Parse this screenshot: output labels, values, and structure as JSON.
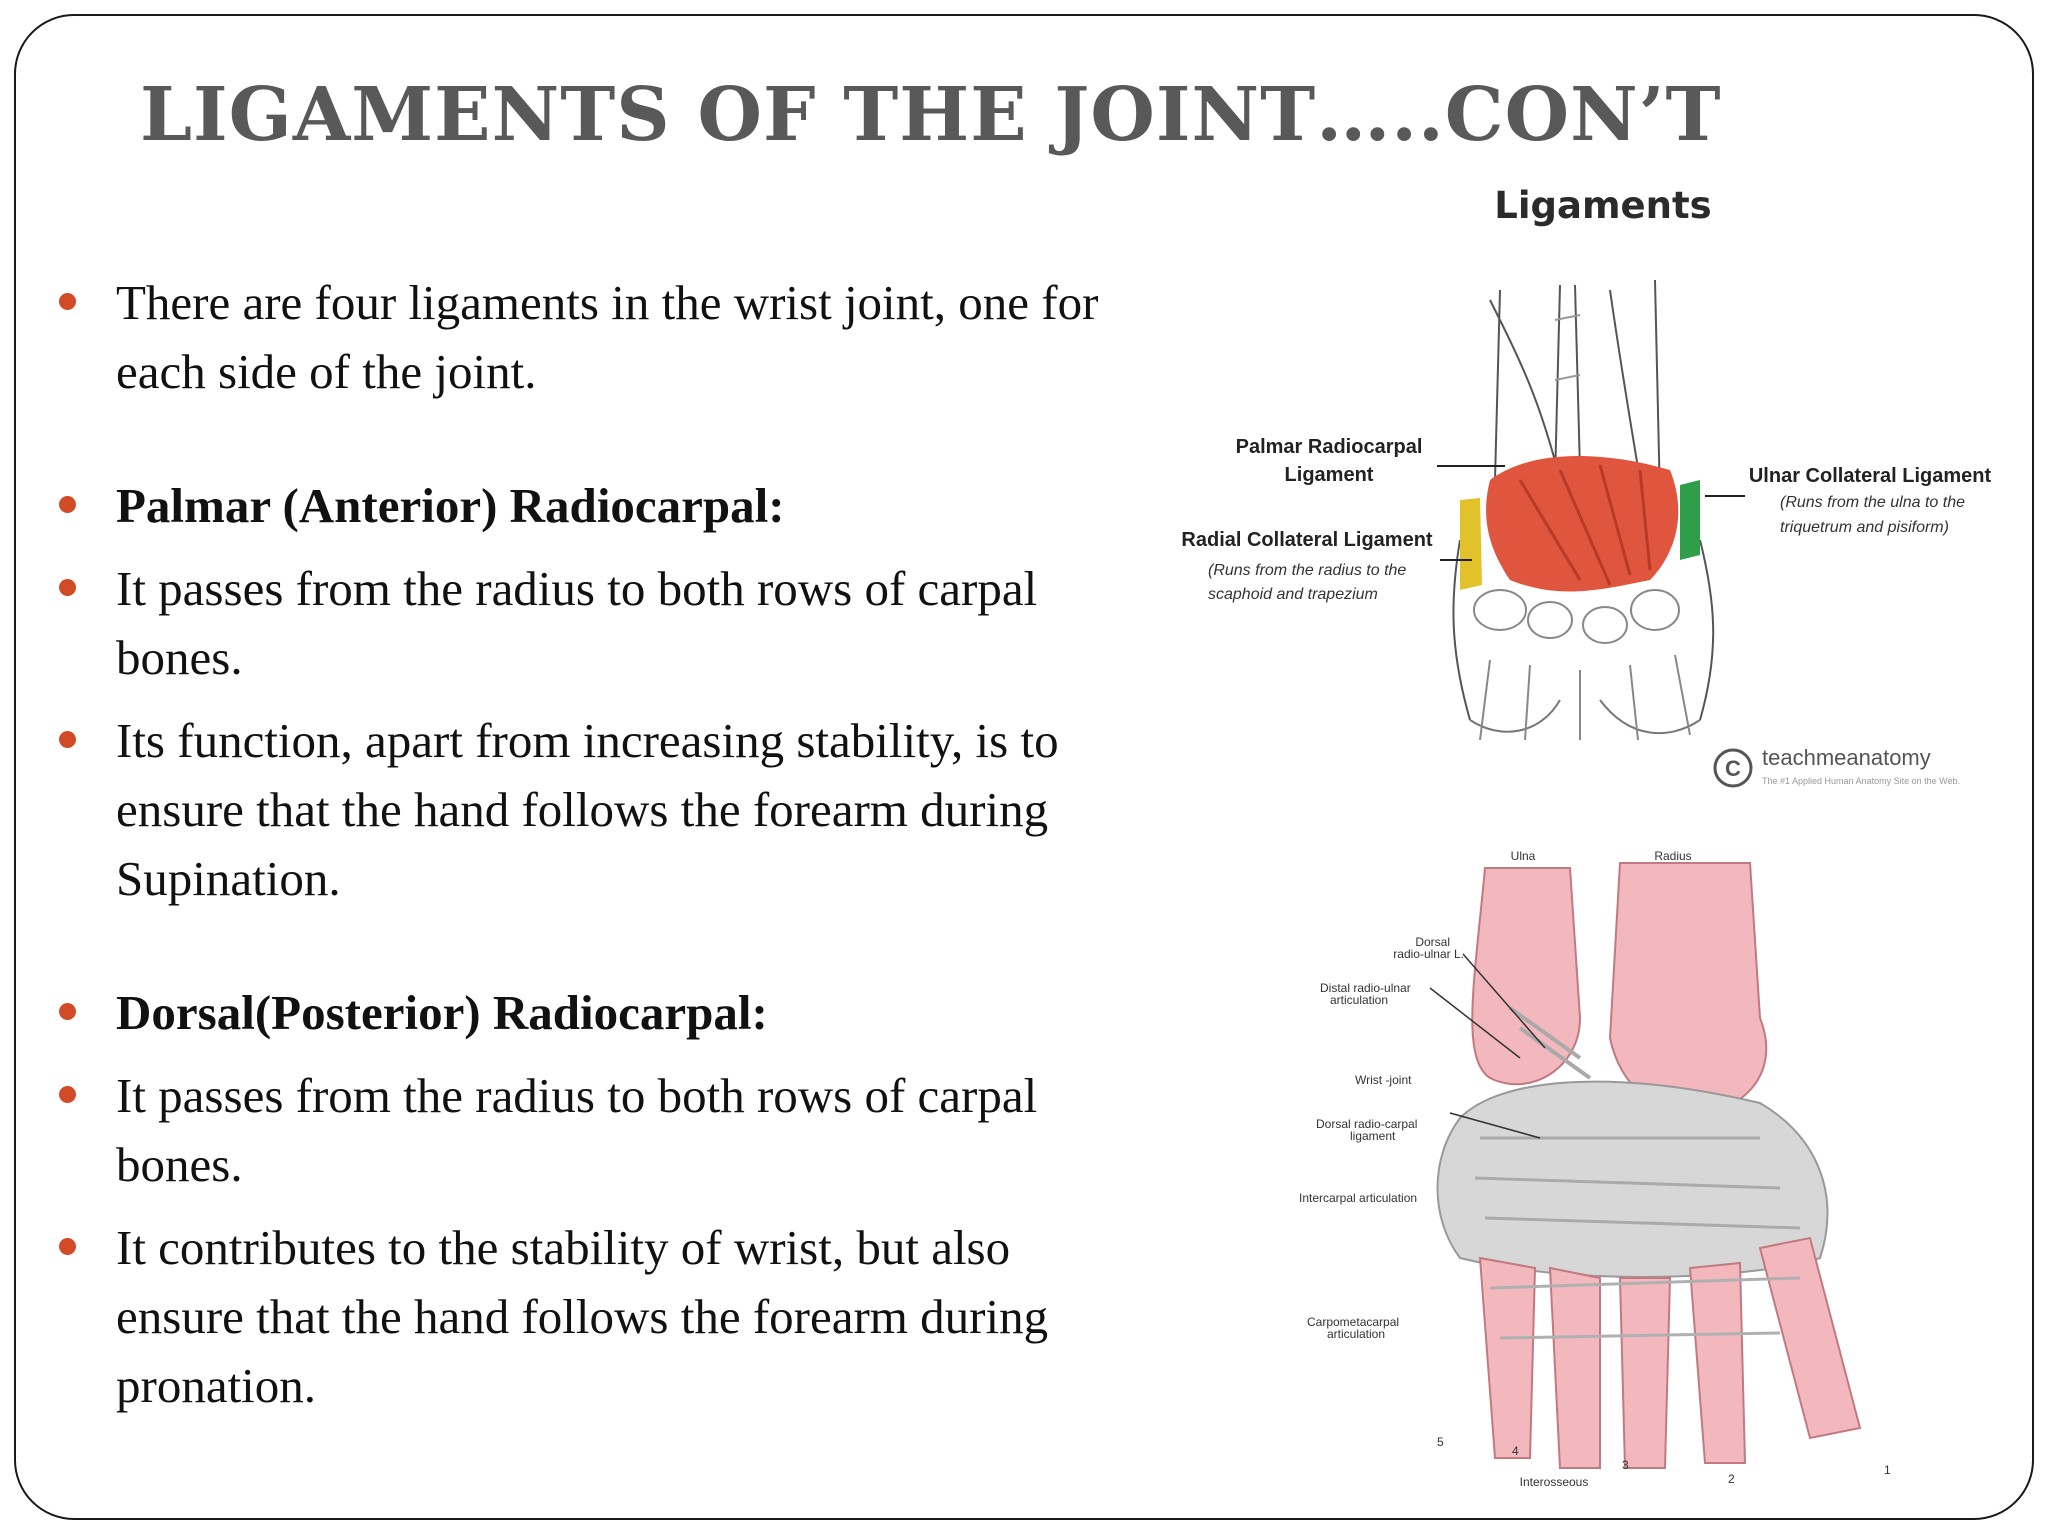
{
  "slide": {
    "title": "LIGAMENTS OF THE JOINT…..CON’T",
    "bullets": [
      {
        "text": "There are four ligaments in the wrist joint, one for each side of the joint.",
        "bold": false
      },
      {
        "text": "Palmar (Anterior) Radiocarpal:",
        "bold": true
      },
      {
        "text": "It passes from the radius to both rows of carpal bones.",
        "bold": false
      },
      {
        "text": "Its function, apart from increasing stability, is to ensure that the hand follows the forearm during Supination.",
        "bold": false
      },
      {
        "text": "Dorsal(Posterior) Radiocarpal:",
        "bold": true
      },
      {
        "text": "It passes from the radius to both rows of carpal bones.",
        "bold": false
      },
      {
        "text": "It contributes to the stability of wrist, but also ensure that the hand follows the forearm during pronation.",
        "bold": false
      }
    ],
    "bullet_color": "#d14b27"
  },
  "figure_top": {
    "heading": "Ligaments",
    "labels": {
      "palmar_line1": "Palmar Radiocarpal",
      "palmar_line2": "Ligament",
      "radial_title": "Radial Collateral Ligament",
      "radial_desc1": "(Runs from the radius to the",
      "radial_desc2": "scaphoid and trapezium",
      "ulnar_title": "Ulnar Collateral Ligament",
      "ulnar_desc1": "(Runs from the ulna to the",
      "ulnar_desc2": "triquetrum and pisiform)"
    },
    "brand": {
      "name": "teachmeanatomy",
      "tagline": "The #1 Applied Human Anatomy Site on the Web."
    },
    "colors": {
      "palmar": "#e0553d",
      "radial": "#e2c22a",
      "ulnar": "#2e9e4a"
    }
  },
  "figure_bottom": {
    "labels": {
      "ulna": "Ulna",
      "radius": "Radius",
      "dorsal_ru_1": "Dorsal",
      "dorsal_ru_2": "radio-ulnar L.",
      "distal_ru_1": "Distal radio-ulnar",
      "distal_ru_2": "articulation",
      "wrist_joint": "Wrist -joint",
      "dorsal_rc_1": "Dorsal radio-carpal",
      "dorsal_rc_2": "ligament",
      "intercarpal": "Intercarpal articulation",
      "cmc_1": "Carpometacarpal",
      "cmc_2": "articulation",
      "interosseous": "Interosseous",
      "n5": "5",
      "n4": "4",
      "n3": "3",
      "n2": "2",
      "n1": "1"
    },
    "colors": {
      "bone": "#f2b8bd",
      "ligament": "#d7d7d7"
    }
  }
}
